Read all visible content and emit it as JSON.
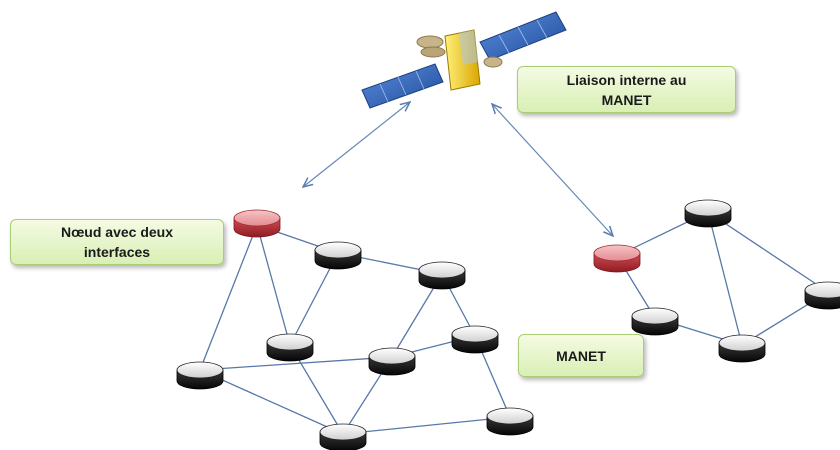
{
  "labels": {
    "internal_link": "Liaison interne au\nMANET",
    "dual_interface_node": "Nœud avec deux\ninterfaces",
    "manet": "MANET"
  },
  "colors": {
    "link_line": "#4a6fa0",
    "gateway_node": "#d9535a",
    "regular_node": "#1e1e1e",
    "label_fill": "#e6f4cf",
    "satellite_panel": "#2f5fb0",
    "satellite_body": "#f2cc1e"
  },
  "icons": {
    "satellite": "satellite-icon",
    "gateway": "gateway-node-icon",
    "node": "network-node-icon"
  }
}
